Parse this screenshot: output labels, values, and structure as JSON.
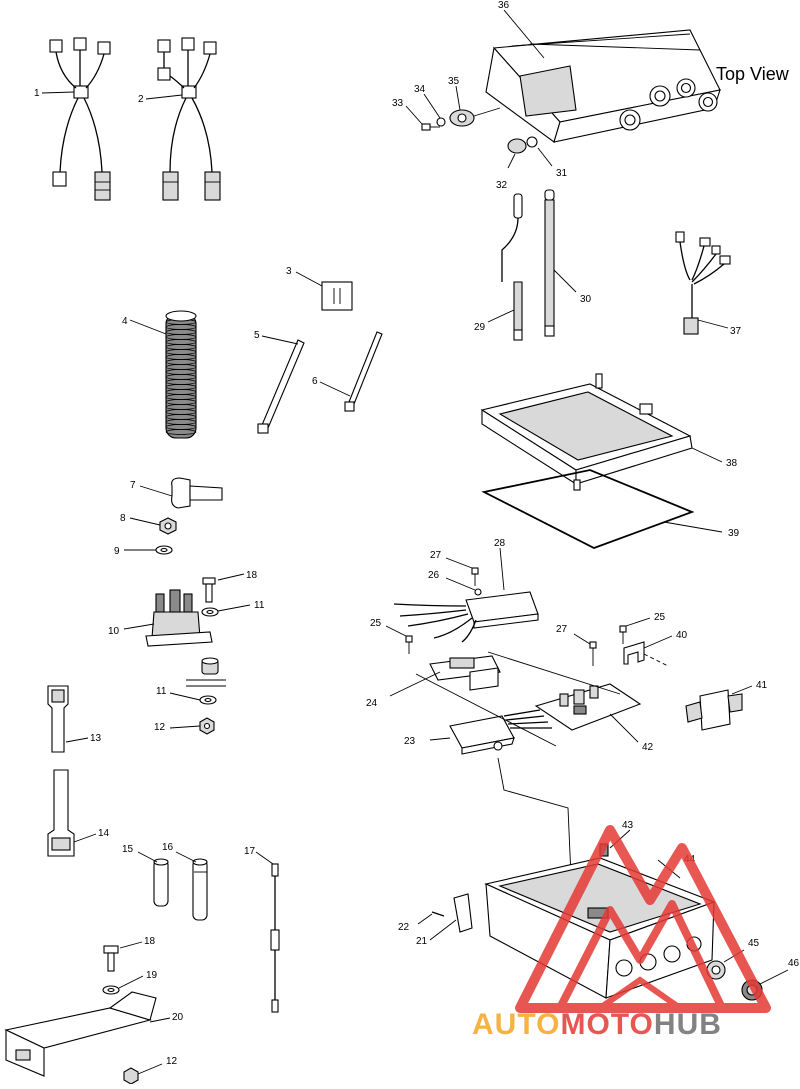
{
  "diagram": {
    "top_view_label": "Top View",
    "part_numbers": {
      "p1": "1",
      "p2": "2",
      "p3": "3",
      "p4": "4",
      "p5": "5",
      "p6": "6",
      "p7": "7",
      "p8": "8",
      "p9": "9",
      "p10": "10",
      "p11a": "11",
      "p11b": "11",
      "p12a": "12",
      "p12b": "12",
      "p13": "13",
      "p14": "14",
      "p15": "15",
      "p16": "16",
      "p17": "17",
      "p18a": "18",
      "p18b": "18",
      "p19": "19",
      "p20": "20",
      "p21": "21",
      "p22": "22",
      "p23": "23",
      "p24": "24",
      "p25a": "25",
      "p25b": "25",
      "p26": "26",
      "p27a": "27",
      "p27b": "27",
      "p28": "28",
      "p29": "29",
      "p30": "30",
      "p31": "31",
      "p32": "32",
      "p33": "33",
      "p34": "34",
      "p35": "35",
      "p36": "36",
      "p37": "37",
      "p38": "38",
      "p39": "39",
      "p40": "40",
      "p41": "41",
      "p42": "42",
      "p43": "43",
      "p44": "44",
      "p45": "45",
      "p46": "46"
    }
  },
  "watermark": {
    "word_auto": "AUTO",
    "word_moto": "MOTO",
    "word_hub": "HUB",
    "color_red": "#e53935",
    "color_orange": "#f5a623",
    "color_gray": "#6d6d6d"
  }
}
